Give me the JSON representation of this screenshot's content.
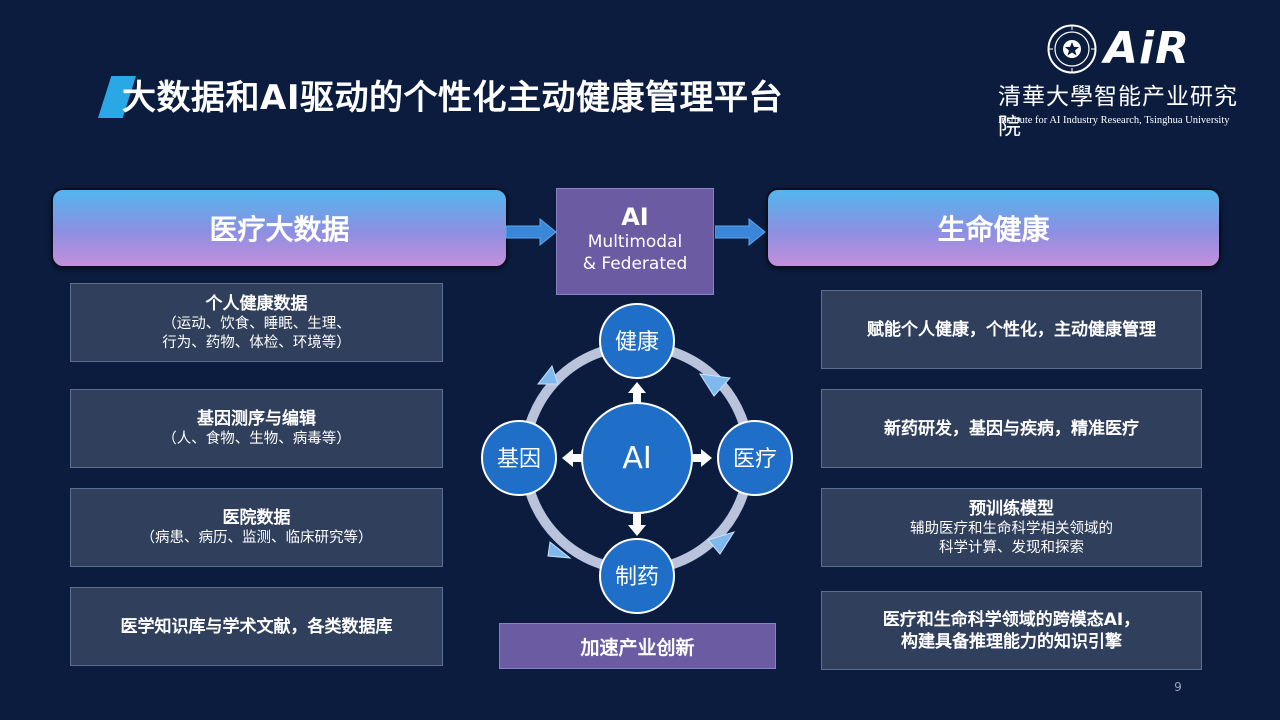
{
  "title": "大数据和AI驱动的个性化主动健康管理平台",
  "logo": {
    "brand": "AiR",
    "cn_name": "清華大學智能产业研究院",
    "en_name": "Institute for AI Industry Research, Tsinghua University"
  },
  "left_header": "医疗大数据",
  "right_header": "生命健康",
  "ai_box": {
    "title": "AI",
    "line1": "Multimodal",
    "line2": "& Federated"
  },
  "left_cards": [
    {
      "title": "个人健康数据",
      "sub1": "（运动、饮食、睡眠、生理、",
      "sub2": "行为、药物、体检、环境等）"
    },
    {
      "title": "基因测序与编辑",
      "sub1": "（人、食物、生物、病毒等）"
    },
    {
      "title": "医院数据",
      "sub1": "（病患、病历、监测、临床研究等）"
    },
    {
      "title": "医学知识库与学术文献，各类数据库"
    }
  ],
  "right_cards": [
    {
      "title": "赋能个人健康，个性化，主动健康管理"
    },
    {
      "title": "新药研发，基因与疾病，精准医疗"
    },
    {
      "title": "预训练模型",
      "sub1": "辅助医疗和生命科学相关领域的",
      "sub2": "科学计算、发现和探索"
    },
    {
      "title": "医疗和生命科学领域的跨模态AI，",
      "title2": "构建具备推理能力的知识引擎"
    }
  ],
  "cycle": {
    "center": "AI",
    "top": "健康",
    "right": "医疗",
    "bottom": "制药",
    "left": "基因"
  },
  "bottom_box": "加速产业创新",
  "page_number": "9",
  "colors": {
    "background": "#0b1c3f",
    "card": "#2f3f5c",
    "circle": "#1f6fc8",
    "ai_box": "#6a5ba3",
    "accent": "#2aa8e6"
  }
}
